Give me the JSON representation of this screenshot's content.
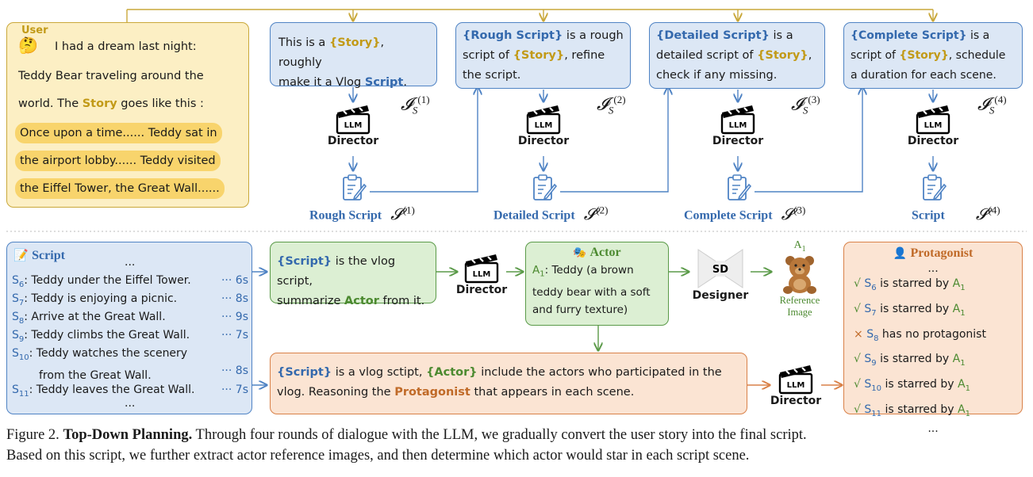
{
  "user": {
    "label": "User",
    "emoji": "🤔",
    "line1": "I had a dream last night:",
    "line2": "Teddy Bear traveling around the",
    "line3_a": "world. The ",
    "line3_story": "Story",
    "line3_b": " goes like this :",
    "story1": "Once upon a time...... Teddy sat in",
    "story2": "the airport lobby...... Teddy visited",
    "story3": "the Eiffel Tower, the Great Wall......"
  },
  "prompts": {
    "p1": {
      "a": "This is a ",
      "kw1": "{Story}",
      "b": ", roughly",
      "c": "make it a Vlog ",
      "kw2": "Script",
      "d": "."
    },
    "p2": {
      "kw1": "{Rough Script}",
      "a": " is a rough",
      "b": "script of ",
      "kw2": "{Story}",
      "c": ", refine",
      "d": "the script."
    },
    "p3": {
      "kw1": "{Detailed Script}",
      "a": " is a",
      "b": "detailed script of ",
      "kw2": "{Story}",
      "c": ",",
      "d": "check if any missing."
    },
    "p4": {
      "kw1": "{Complete Script}",
      "a": " is a",
      "b": "script of ",
      "kw2": "{Story}",
      "c": ", schedule",
      "d": "a duration for each scene."
    }
  },
  "instructions": [
    {
      "base": "𝓘",
      "sub": "S",
      "sup": "(1)"
    },
    {
      "base": "𝓘",
      "sub": "S",
      "sup": "(2)"
    },
    {
      "base": "𝓘",
      "sub": "S",
      "sup": "(3)"
    },
    {
      "base": "𝓘",
      "sub": "S",
      "sup": "(4)"
    }
  ],
  "director_label": "Director",
  "llm_label": "LLM",
  "stages": [
    {
      "label": "Rough Script",
      "sym": "𝓢",
      "sup": "(1)"
    },
    {
      "label": "Detailed Script",
      "sym": "𝓢",
      "sup": "(2)"
    },
    {
      "label": "Complete Script",
      "sym": "𝓢",
      "sup": "(3)"
    },
    {
      "label": "Script",
      "sym": "𝓢",
      "sup": "(4)"
    }
  ],
  "script_panel": {
    "title": "Script",
    "ellipsis": "...",
    "scenes": [
      {
        "id": "S",
        "sub": "6",
        "text": ": Teddy under the Eiffel Tower.",
        "dur": "··· 6s"
      },
      {
        "id": "S",
        "sub": "7",
        "text": ": Teddy is enjoying a picnic.",
        "dur": "··· 8s"
      },
      {
        "id": "S",
        "sub": "8",
        "text": ": Arrive at the Great Wall.",
        "dur": "··· 9s"
      },
      {
        "id": "S",
        "sub": "9",
        "text": ": Teddy climbs the Great Wall.",
        "dur": "··· 7s"
      },
      {
        "id": "S",
        "sub": "10",
        "text": ": Teddy watches the scenery",
        "text2": "from the Great Wall.",
        "dur": "··· 8s"
      },
      {
        "id": "S",
        "sub": "11",
        "text": ": Teddy leaves the Great Wall.",
        "dur": "··· 7s"
      }
    ]
  },
  "actor_prompt": {
    "kw1": "{Script}",
    "a": " is the vlog script,",
    "b": "summarize ",
    "kw2": "Actor",
    "c": " from it."
  },
  "actor_box": {
    "title": "Actor",
    "line1_id": "A",
    "line1_sub": "1",
    "line1": ":  Teddy (a brown",
    "line2": "teddy bear with a soft",
    "line3": "and furry texture)"
  },
  "designer": {
    "sd": "SD",
    "label": "Designer",
    "ref_id": "A",
    "ref_sub": "1",
    "ref_label1": "Reference",
    "ref_label2": "Image"
  },
  "protagonist_prompt": {
    "kw1": "{Script}",
    "a": " is a vlog sctipt, ",
    "kw2": "{Actor}",
    "b": " include the actors who participated in the",
    "c": "vlog. Reasoning the ",
    "kw3": "Protagonist",
    "d": " that appears in each scene."
  },
  "protagonist_box": {
    "title": "Protagonist",
    "ellipsis": "...",
    "rows": [
      {
        "mark": "√",
        "id": "S",
        "sub": "6",
        "text": " is starred by ",
        "actor": "A",
        "actor_sub": "1"
      },
      {
        "mark": "√",
        "id": "S",
        "sub": "7",
        "text": " is starred by ",
        "actor": "A",
        "actor_sub": "1"
      },
      {
        "mark": "×",
        "id": "S",
        "sub": "8",
        "text": " has no protagonist",
        "actor": "",
        "actor_sub": ""
      },
      {
        "mark": "√",
        "id": "S",
        "sub": "9",
        "text": " is starred by ",
        "actor": "A",
        "actor_sub": "1"
      },
      {
        "mark": "√",
        "id": "S",
        "sub": "10",
        "text": " is starred by ",
        "actor": "A",
        "actor_sub": "1"
      },
      {
        "mark": "√",
        "id": "S",
        "sub": "11",
        "text": " is starred by ",
        "actor": "A",
        "actor_sub": "1"
      }
    ]
  },
  "caption": {
    "fig": "Figure 2. ",
    "bold": "Top-Down Planning.",
    "rest1": " Through four rounds of dialogue with the LLM, we gradually convert the user story into the final script.",
    "rest2": "Based on this script, we further extract actor reference images, and then determine which actor would star in each script scene."
  },
  "colors": {
    "blue": "#3469ad",
    "yellow": "#c29a17",
    "green": "#4c8a30",
    "orange": "#c06a28",
    "line_blue": "#4f83c4",
    "line_yellow": "#c9a83a"
  }
}
